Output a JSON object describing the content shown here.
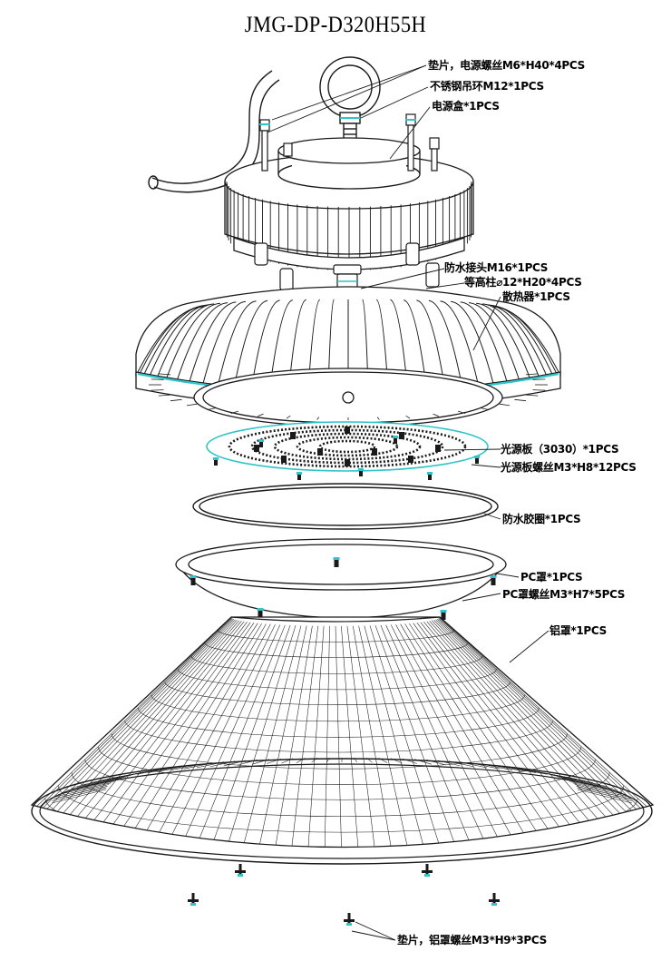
{
  "title": "JMG-DP-D320H55H",
  "labels": {
    "washer_screw": "垫片，电源螺丝M6*H40*4PCS",
    "eye_bolt": "不锈钢吊环M12*1PCS",
    "power_box": "电源盒*1PCS",
    "waterproof_connector": "防水接头M16*1PCS",
    "standoff": "等高柱⌀12*H20*4PCS",
    "heatsink": "散热器*1PCS",
    "led_board": "光源板（3030）*1PCS",
    "led_board_screw": "光源板螺丝M3*H8*12PCS",
    "gasket": "防水胶圈*1PCS",
    "pc_cover": "PC罩*1PCS",
    "pc_cover_screw": "PC罩螺丝M3*H7*5PCS",
    "reflector": "铝罩*1PCS",
    "reflector_screw": "垫片，铝罩螺丝M3*H9*3PCS"
  },
  "colors": {
    "line": "#1a1a1a",
    "accent": "#2ec4c9",
    "background": "#ffffff"
  }
}
